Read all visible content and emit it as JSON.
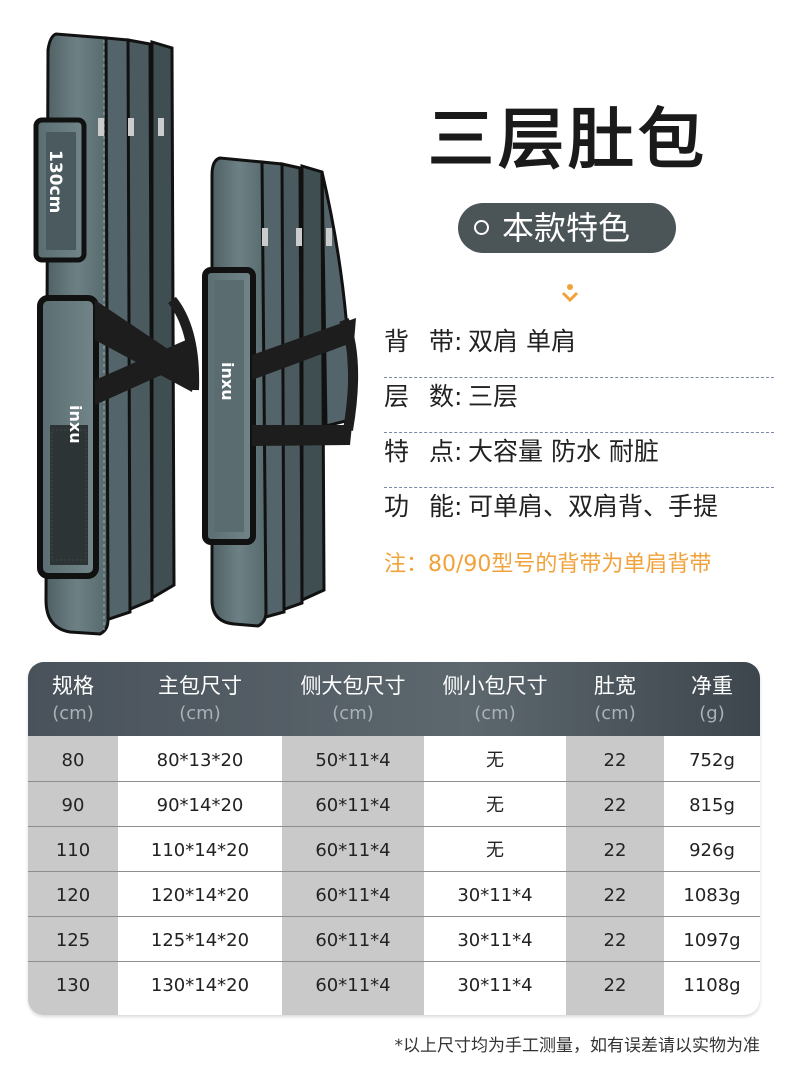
{
  "product": {
    "size_tag": "130cm",
    "brand": "inxu"
  },
  "title": "三层肚包",
  "badge": "本款特色",
  "features": [
    {
      "key": "背带",
      "value": "双肩 单肩"
    },
    {
      "key": "层数",
      "value": "三层"
    },
    {
      "key": "特点",
      "value": "大容量 防水 耐脏"
    },
    {
      "key": "功能",
      "value": "可单肩、双肩背、手提"
    }
  ],
  "colon": ":",
  "note": "注：80/90型号的背带为单肩背带",
  "colors": {
    "accent_note": "#f2a23a",
    "bag": "#5f7377",
    "header": "#4b5456"
  },
  "table": {
    "headers": [
      {
        "name": "规格",
        "unit": "(cm)"
      },
      {
        "name": "主包尺寸",
        "unit": "(cm)"
      },
      {
        "name": "侧大包尺寸",
        "unit": "(cm)"
      },
      {
        "name": "侧小包尺寸",
        "unit": "(cm)"
      },
      {
        "name": "肚宽",
        "unit": "(cm)"
      },
      {
        "name": "净重",
        "unit": "(g)"
      }
    ],
    "rows": [
      [
        "80",
        "80*13*20",
        "50*11*4",
        "无",
        "22",
        "752g"
      ],
      [
        "90",
        "90*14*20",
        "60*11*4",
        "无",
        "22",
        "815g"
      ],
      [
        "110",
        "110*14*20",
        "60*11*4",
        "无",
        "22",
        "926g"
      ],
      [
        "120",
        "120*14*20",
        "60*11*4",
        "30*11*4",
        "22",
        "1083g"
      ],
      [
        "125",
        "125*14*20",
        "60*11*4",
        "30*11*4",
        "22",
        "1097g"
      ],
      [
        "130",
        "130*14*20",
        "60*11*4",
        "30*11*4",
        "22",
        "1108g"
      ]
    ]
  },
  "footnote": "*以上尺寸均为手工测量，如有误差请以实物为准"
}
